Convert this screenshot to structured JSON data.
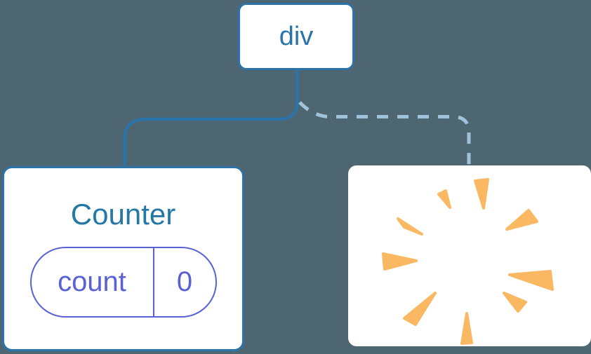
{
  "tree": {
    "root": {
      "label": "div"
    },
    "children": [
      {
        "type": "component",
        "title": "Counter",
        "state": {
          "name": "count",
          "value": "0"
        },
        "connector": "solid"
      },
      {
        "type": "removed",
        "icon": "poof-icon",
        "connector": "dashed"
      }
    ]
  },
  "colors": {
    "background": "#4d6671",
    "node_border": "#2b73a9",
    "node_text": "#2b73a9",
    "component_title": "#2478a6",
    "state_accent": "#5a61d4",
    "solid_connector": "#2b73a9",
    "dashed_connector": "#9fc3da",
    "poof": "#f9b861",
    "card_background": "#ffffff"
  }
}
